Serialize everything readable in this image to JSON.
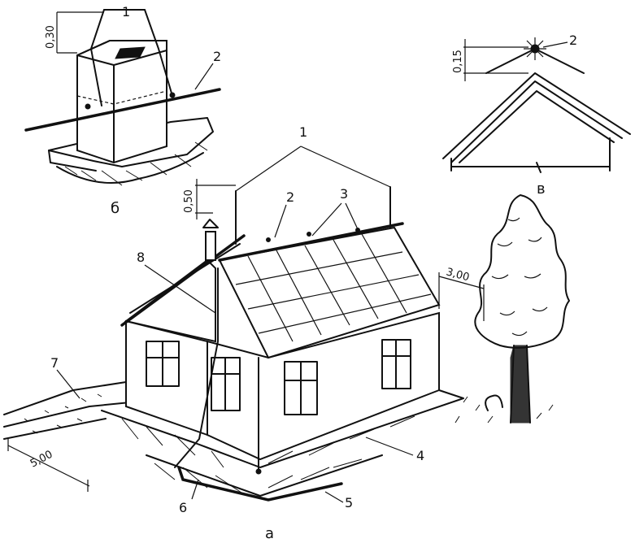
{
  "figure": {
    "panels": {
      "a": {
        "caption": "а"
      },
      "b": {
        "caption": "б"
      },
      "v": {
        "caption": "в"
      }
    },
    "callouts": {
      "n1": "1",
      "n2": "2",
      "n3": "3",
      "n4": "4",
      "n5": "5",
      "n6": "6",
      "n7": "7",
      "n8": "8"
    },
    "dimensions": {
      "chimney_height": "0,30",
      "ridge_height": "0,15",
      "vent_height": "0,50",
      "tree_distance": "3,00",
      "ground_distance": "5,00"
    },
    "colors": {
      "ink": "#111111",
      "paper": "#ffffff"
    }
  }
}
